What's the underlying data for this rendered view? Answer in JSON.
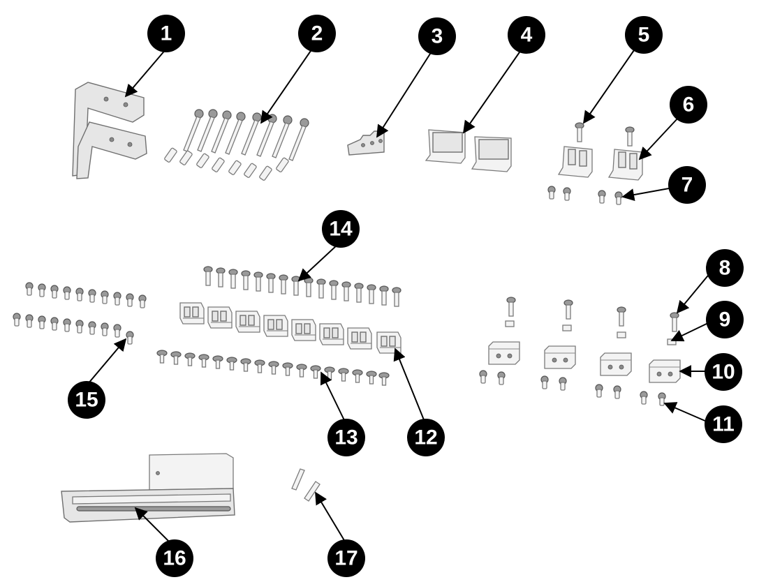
{
  "diagram": {
    "background": "#ffffff",
    "callout_color": "#000000",
    "callout_text_color": "#ffffff",
    "part_color": "#e6e6e6",
    "callouts": [
      {
        "id": 1,
        "label": "1"
      },
      {
        "id": 2,
        "label": "2"
      },
      {
        "id": 3,
        "label": "3"
      },
      {
        "id": 4,
        "label": "4"
      },
      {
        "id": 5,
        "label": "5"
      },
      {
        "id": 6,
        "label": "6"
      },
      {
        "id": 7,
        "label": "7"
      },
      {
        "id": 8,
        "label": "8"
      },
      {
        "id": 9,
        "label": "9"
      },
      {
        "id": 10,
        "label": "10"
      },
      {
        "id": 11,
        "label": "11"
      },
      {
        "id": 12,
        "label": "12"
      },
      {
        "id": 13,
        "label": "13"
      },
      {
        "id": 14,
        "label": "14"
      },
      {
        "id": 15,
        "label": "15"
      },
      {
        "id": 16,
        "label": "16"
      },
      {
        "id": 17,
        "label": "17"
      }
    ]
  }
}
